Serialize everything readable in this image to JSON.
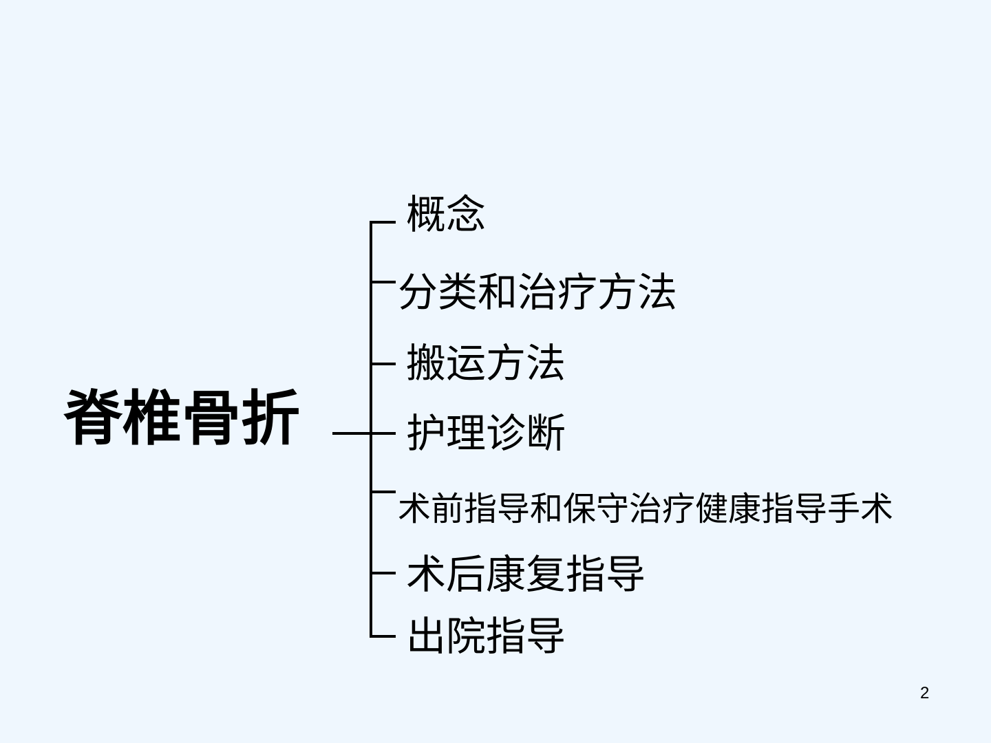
{
  "title": "脊椎骨折",
  "items": [
    "概念",
    "分类和治疗方法",
    "搬运方法",
    "护理诊断",
    "术前指导和保守治疗健康指导手术",
    "术后康复指导",
    "出院指导"
  ],
  "page_number": "2"
}
